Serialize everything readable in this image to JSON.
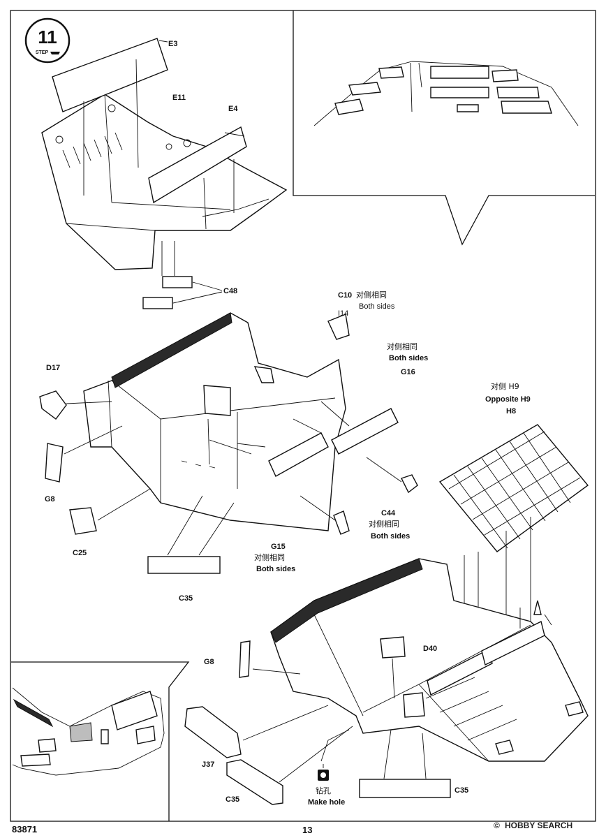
{
  "step": {
    "number": "11",
    "word": "STEP"
  },
  "footer": {
    "code": "83871",
    "page_number": "13"
  },
  "watermark": {
    "text": "HOBBY SEARCH",
    "symbol": "©"
  },
  "labels": {
    "e3": "E3",
    "e11": "E11",
    "e4": "E4",
    "c48": "C48",
    "c10": "C10",
    "i14": "I14",
    "both_sides_1": "Both sides",
    "zh_1": "对侧相同",
    "zh_2": "对侧相同",
    "both_sides_2": "Both sides",
    "g16": "G16",
    "d17": "D17",
    "g8_top": "G8",
    "c25": "C25",
    "zh_opposite": "对侧 H9",
    "opposite_h9": "Opposite  H9",
    "h8": "H8",
    "c44": "C44",
    "zh_3": "对侧相同",
    "both_sides_3": "Both sides",
    "g15": "G15",
    "zh_4": "对侧相同",
    "both_sides_4": "Both sides",
    "c35_top": "C35",
    "d40": "D40",
    "g8_bottom": "G8",
    "j37": "J37",
    "c35_left": "C35",
    "c35_right": "C35",
    "zh_hole": "钻孔",
    "make_hole": "Make hole"
  },
  "colors": {
    "ink": "#111111",
    "paper": "#ffffff",
    "fill_dark": "#2a2a2a",
    "fill_grey": "#bdbdbd"
  }
}
